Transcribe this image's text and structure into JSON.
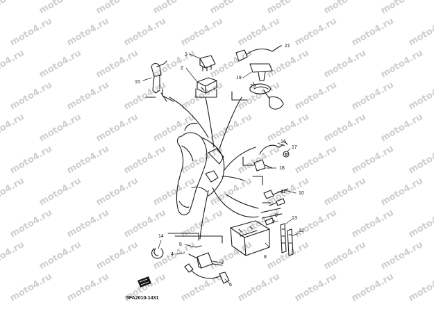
{
  "watermark": {
    "text": "moto4.ru",
    "color": "#c9c9c9"
  },
  "diagram": {
    "code": "5FA2010-1431",
    "callouts": [
      "1",
      "2",
      "3",
      "4",
      "5",
      "6",
      "7",
      "8",
      "9",
      "10",
      "11",
      "12",
      "13",
      "14",
      "15",
      "16",
      "17",
      "18",
      "19",
      "20",
      "21"
    ]
  },
  "colors": {
    "line": "#1a1a1a",
    "background": "#ffffff"
  }
}
